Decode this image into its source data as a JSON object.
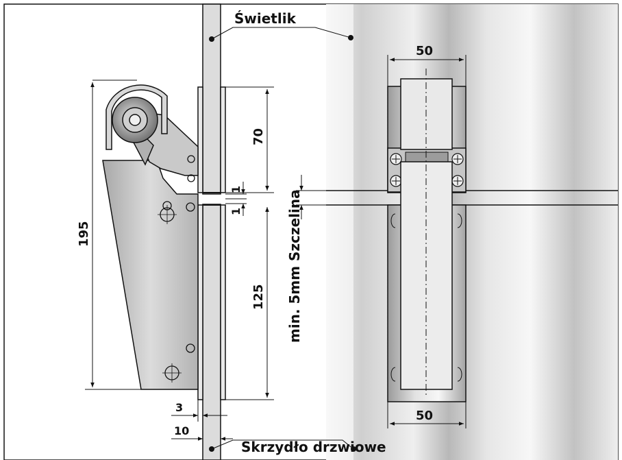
{
  "labels": {
    "skylight": "Świetlik",
    "door_leaf": "Skrzydło drzwiowe",
    "gap": "min. 5mm Szczelina"
  },
  "dimensions": {
    "total_height": "195",
    "upper_clamp": "70",
    "lower_clamp": "125",
    "gap_top": "1",
    "gap_bottom": "1",
    "width_top": "50",
    "width_bottom": "50",
    "plate_thickness": "3",
    "glass_thickness": "10"
  },
  "colors": {
    "line": "#111111",
    "metal_light": "#f2f2f2",
    "metal_mid": "#bdbdbd",
    "metal_dark": "#7a7a7a",
    "glass": "#d6d6d6"
  }
}
